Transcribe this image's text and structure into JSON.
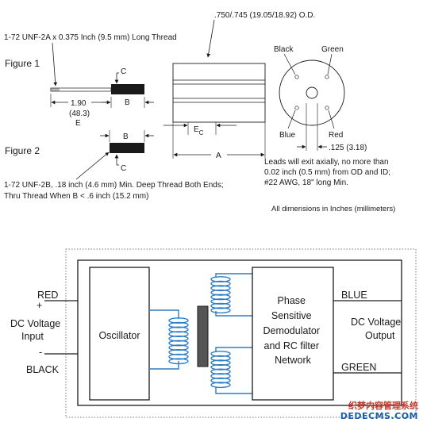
{
  "colors": {
    "coil": "#2f7dc4",
    "line": "#1a1a1a",
    "core": "#555555",
    "dotted_border": "#777777",
    "watermark_red": "#c0392b",
    "watermark_blue": "#1a5ea8"
  },
  "mechanical": {
    "od_callout": ".750/.745 (19.05/18.92) O.D.",
    "thread_callout": "1-72 UNF-2A x 0.375 Inch (9.5 mm) Long Thread",
    "figure1_label": "Figure 1",
    "figure2_label": "Figure 2",
    "dim_c_top": "C",
    "dim_c_bottom": "C",
    "dim_b_fig1": "B",
    "dim_b_fig2": "B",
    "dim_190": "1.90",
    "dim_483": "(48.3)",
    "dim_e": "E",
    "dim_ec_main": "E",
    "dim_ec_sub": "C",
    "dim_a": "A",
    "wire_black": "Black",
    "wire_green": "Green",
    "wire_blue": "Blue",
    "wire_red": "Red",
    "pin_spacing": ".125  (3.18)",
    "leads_note": [
      "Leads will exit axially, no more than",
      "0.02 inch (0.5 mm) from OD and ID;",
      "#22 AWG, 18\" long Min."
    ],
    "thread_note": [
      "1-72 UNF-2B, .18 inch (4.6 mm) Min. Deep Thread Both Ends;",
      "Thru Thread When B < .6 inch (15.2 mm)"
    ],
    "units_note": "All dimensions in Inches (millimeters)"
  },
  "schematic": {
    "red_label": "RED",
    "plus_sign": "+",
    "minus_sign": "-",
    "input_label_1": "DC Voltage",
    "input_label_2": "Input",
    "black_label": "BLACK",
    "oscillator_label": "Oscillator",
    "demod_label": [
      "Phase",
      "Sensitive",
      "Demodulator",
      "and RC filter",
      "Network"
    ],
    "blue_label": "BLUE",
    "output_label_1": "DC Voltage",
    "output_label_2": "Output",
    "green_label": "GREEN"
  },
  "watermark": {
    "line1": "织梦内容管理系统",
    "line2": "DEDECMS.COM"
  }
}
